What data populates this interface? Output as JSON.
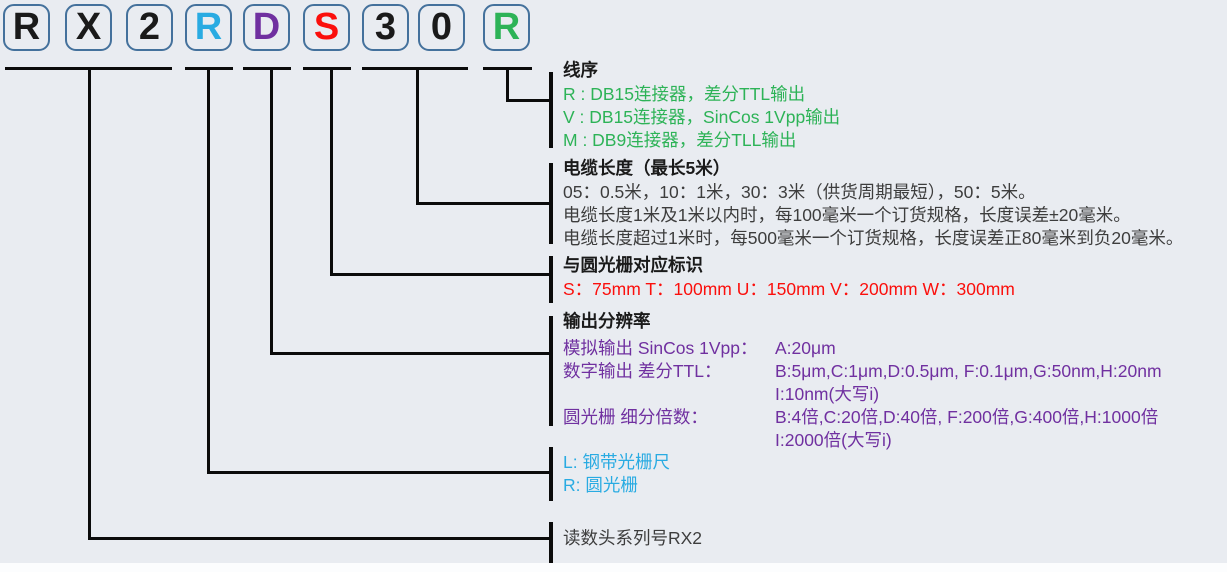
{
  "code": {
    "value": "RX2RDS30R",
    "box_border_color": "#44719c",
    "boxes": [
      {
        "char": "R",
        "color": "#1a1a1a"
      },
      {
        "char": "X",
        "color": "#1a1a1a"
      },
      {
        "char": "2",
        "color": "#1a1a1a"
      },
      {
        "char": "R",
        "color": "#29abe2"
      },
      {
        "char": "D",
        "color": "#7030a0"
      },
      {
        "char": "S",
        "color": "#fb0f0c"
      },
      {
        "char": "3",
        "color": "#1a1a1a"
      },
      {
        "char": "0",
        "color": "#1a1a1a"
      },
      {
        "char": "R",
        "color": "#2db357"
      }
    ]
  },
  "sections": {
    "wire_order": {
      "title": "线序",
      "color": "#2db357",
      "lines": [
        "R : DB15连接器，差分TTL输出",
        "V : DB15连接器，SinCos 1Vpp输出",
        "M : DB9连接器，差分TLL输出"
      ]
    },
    "cable_length": {
      "title": "电缆长度（最长5米）",
      "color": "#3d3d3d",
      "lines": [
        "05：0.5米，10：1米，30：3米（供货周期最短），50：5米。",
        "电缆长度1米及1米以内时，每100毫米一个订货规格，长度误差±20毫米。",
        "电缆长度超过1米时，每500毫米一个订货规格，长度误差正80毫米到负20毫米。"
      ]
    },
    "ring_grating_id": {
      "title": "与圆光栅对应标识",
      "color": "#fb0f0c",
      "lines": [
        "S：75mm T：100mm  U：150mm  V：200mm  W：300mm"
      ]
    },
    "output_resolution": {
      "title": "输出分辨率",
      "color": "#7030a0",
      "rows": [
        {
          "label": "模拟输出 SinCos 1Vpp：",
          "value": "A:20μm"
        },
        {
          "label": "数字输出 差分TTL：",
          "value": "B:5μm,C:1μm,D:0.5μm, F:0.1μm,G:50nm,H:20nm"
        },
        {
          "label": "",
          "value": "I:10nm(大写i)"
        },
        {
          "label": "圆光栅 细分倍数：",
          "value": "B:4倍,C:20倍,D:40倍, F:200倍,G:400倍,H:1000倍"
        },
        {
          "label": "",
          "value": "I:2000倍(大写i)"
        }
      ]
    },
    "scale_type": {
      "color": "#29abe2",
      "lines": [
        "L: 钢带光栅尺",
        "R: 圆光栅"
      ]
    },
    "series": {
      "color": "#3d3d3d",
      "lines": [
        "读数头系列号RX2"
      ]
    }
  }
}
